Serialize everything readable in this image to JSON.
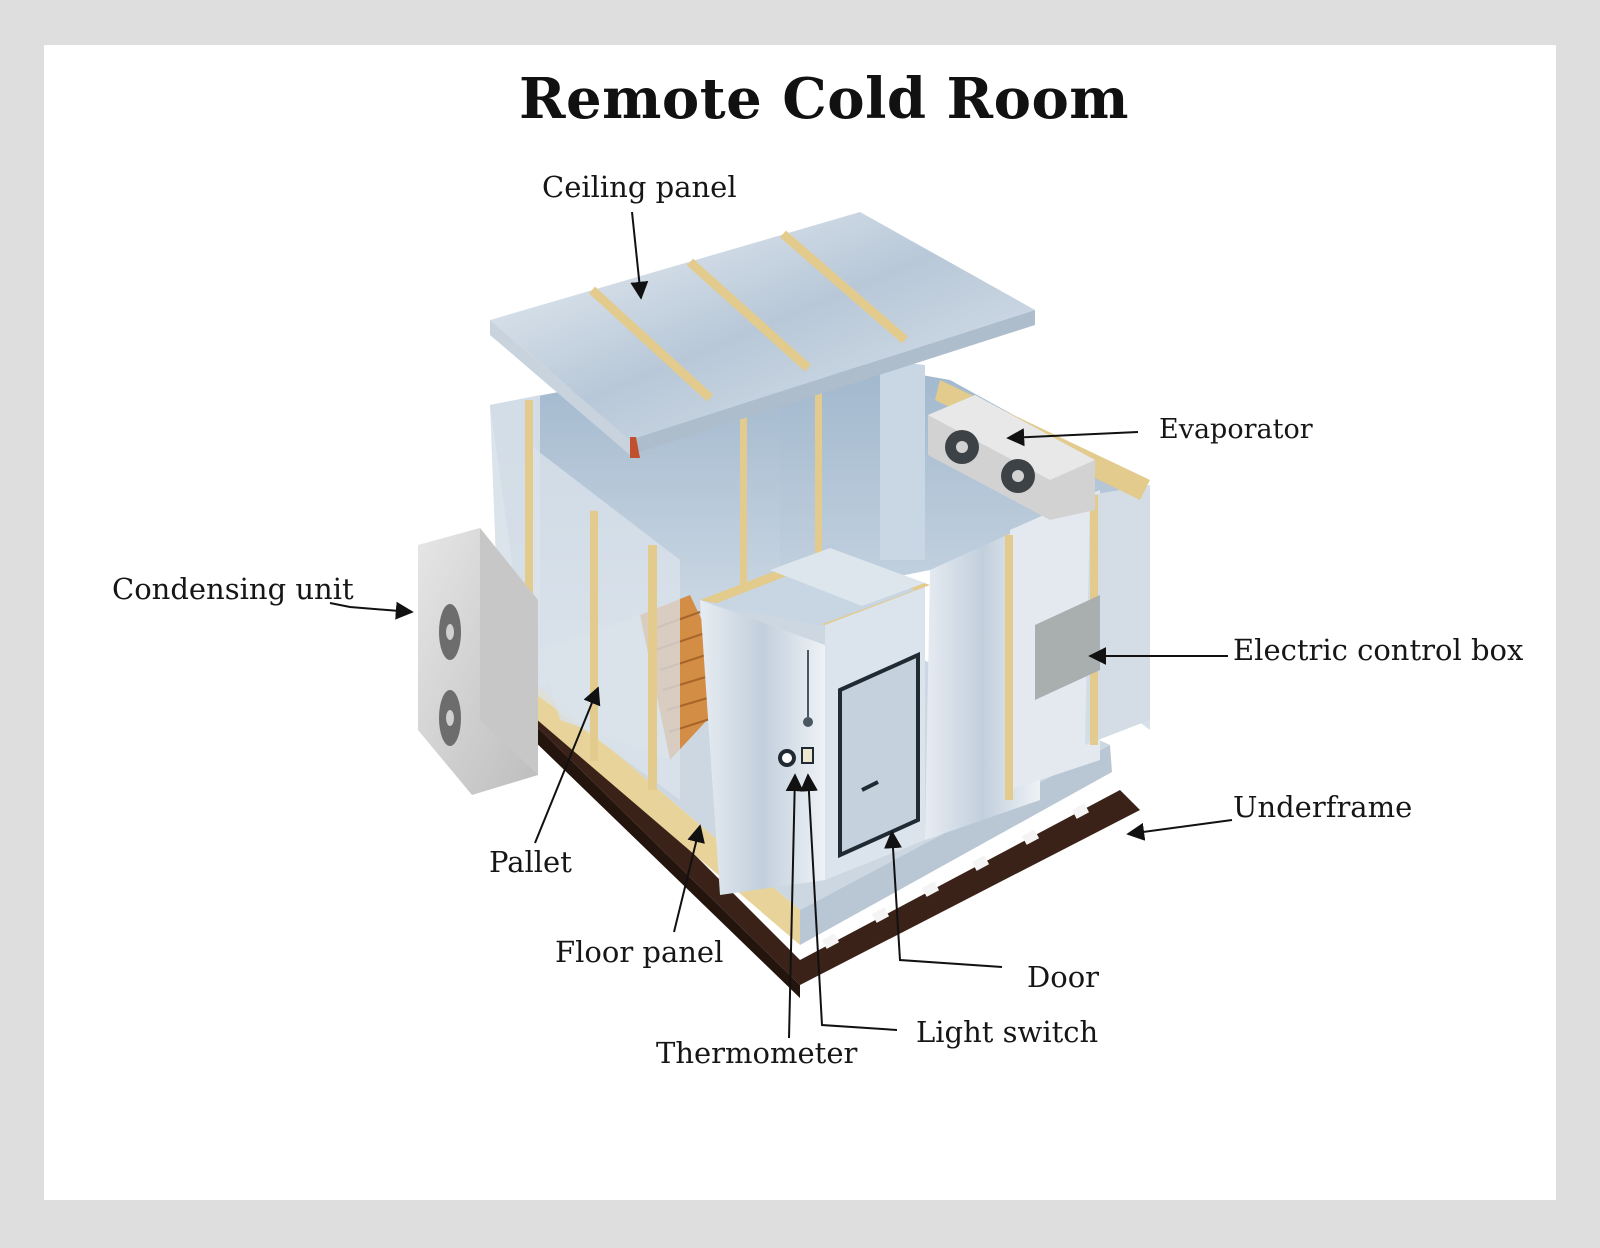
{
  "title": "Remote Cold Room",
  "labels": {
    "ceiling_panel": "Ceiling panel",
    "evaporator": "Evaporator",
    "condensing_unit": "Condensing unit",
    "electric_control_box": "Electric control box",
    "underframe": "Underframe",
    "pallet": "Pallet",
    "floor_panel": "Floor panel",
    "door": "Door",
    "light_switch": "Light switch",
    "thermometer": "Thermometer"
  },
  "colors": {
    "panel": "#c9d4de",
    "panel_shadow": "#8fa7bd",
    "frame_trim": "#e2cb8d",
    "wood": "#d48d45",
    "underframe": "#3a2218",
    "unit": "#d2d2d2"
  }
}
